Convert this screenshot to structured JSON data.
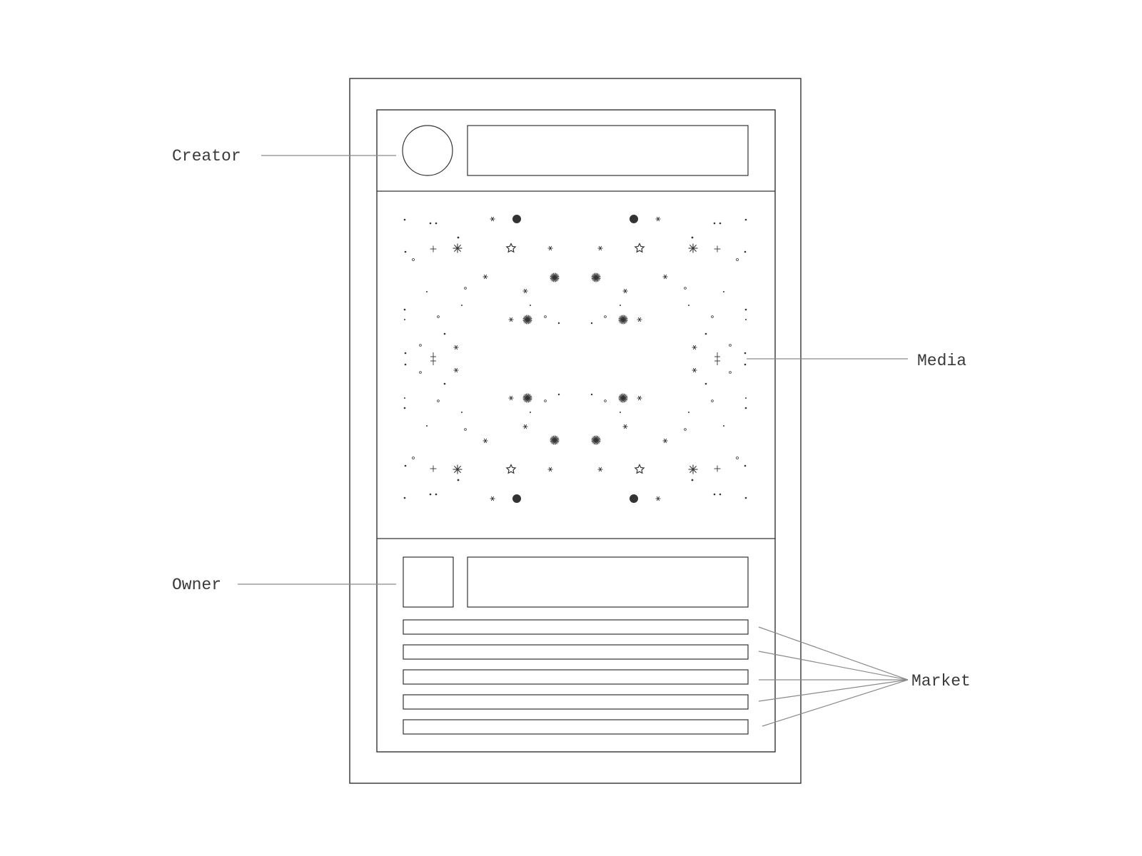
{
  "callouts": {
    "creator": "Creator",
    "media": "Media",
    "owner": "Owner",
    "market": "Market"
  },
  "colors": {
    "stroke": "#333333",
    "leader": "#8a8a8a",
    "label": "#3a3a3a",
    "background": "#ffffff"
  },
  "media": {
    "pattern": "sparse star / asterisk glyph field, mirrored in both axes"
  },
  "market": {
    "row_count": 5
  }
}
